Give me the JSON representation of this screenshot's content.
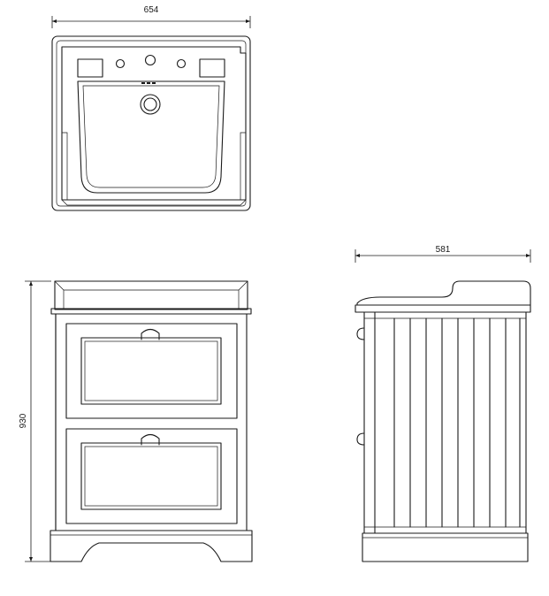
{
  "drawing": {
    "dimensions": {
      "top_width": "654",
      "side_depth": "581",
      "front_height": "930"
    }
  }
}
